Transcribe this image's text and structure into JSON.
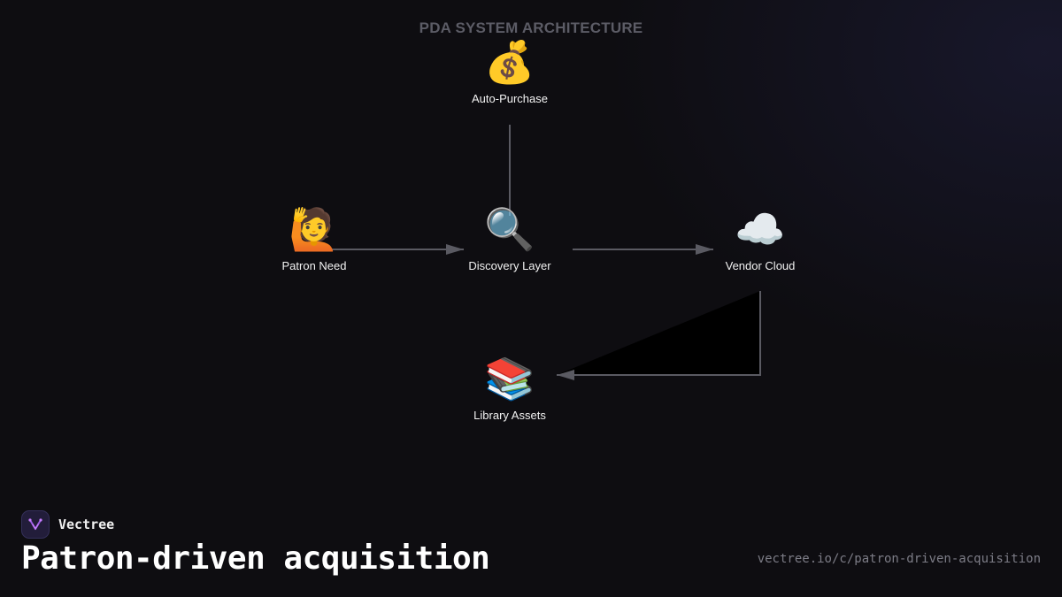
{
  "diagram": {
    "title": "PDA SYSTEM ARCHITECTURE",
    "nodes": [
      {
        "id": "auto-purchase",
        "icon": "money-bag-icon",
        "emoji": "💰",
        "label": "Auto-Purchase"
      },
      {
        "id": "patron-need",
        "icon": "person-raising-hand-icon",
        "emoji": "🙋",
        "label": "Patron Need"
      },
      {
        "id": "discovery-layer",
        "icon": "magnifying-glass-icon",
        "emoji": "🔍",
        "label": "Discovery Layer"
      },
      {
        "id": "vendor-cloud",
        "icon": "cloud-icon",
        "emoji": "☁️",
        "label": "Vendor Cloud"
      },
      {
        "id": "library-assets",
        "icon": "books-icon",
        "emoji": "📚",
        "label": "Library Assets"
      }
    ],
    "edges": [
      {
        "from": "patron-need",
        "to": "discovery-layer"
      },
      {
        "from": "discovery-layer",
        "to": "vendor-cloud"
      },
      {
        "from": "vendor-cloud",
        "to": "library-assets"
      },
      {
        "from": "discovery-layer",
        "to": "auto-purchase"
      }
    ],
    "colors": {
      "edge": "#5a5a62",
      "title": "#5c5c66",
      "background": "#0e0d11"
    }
  },
  "footer": {
    "brand": "Vectree",
    "title": "Patron-driven acquisition",
    "url": "vectree.io/c/patron-driven-acquisition",
    "accent": "#9b5de5"
  }
}
